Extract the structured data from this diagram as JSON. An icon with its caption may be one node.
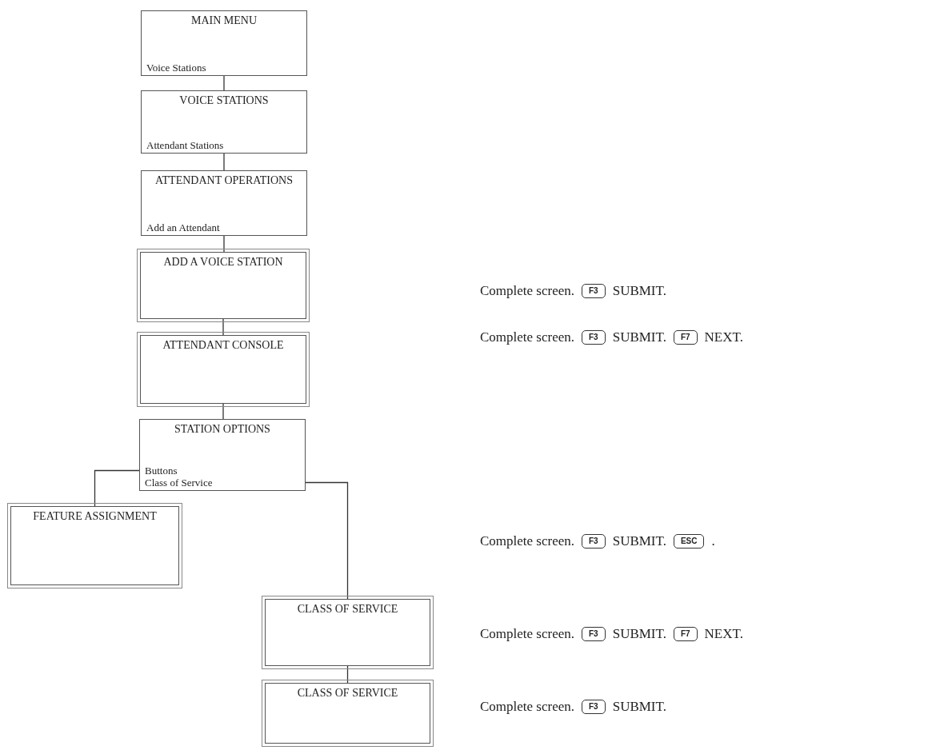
{
  "diagram": {
    "nodes": [
      {
        "text": [
          "MAIN MENU",
          "Voice Stations"
        ]
      },
      {
        "text": [
          "VOICE STATIONS",
          "Attendant Stations"
        ]
      },
      {
        "text": [
          "ATTENDANT OPERATIONS",
          "Add an Attendant"
        ]
      },
      {
        "text": [
          "ADD A VOICE STATION"
        ],
        "beside": [
          "Complete screen.",
          "F3",
          "SUBMIT."
        ]
      },
      {
        "text": [
          "ATTENDANT CONSOLE"
        ],
        "beside": [
          "Complete screen.",
          "F3",
          "SUBMIT.",
          "F7",
          "NEXT."
        ]
      },
      {
        "text": [
          "STATION OPTIONS",
          "Buttons",
          "Class of Service"
        ]
      },
      {
        "text": [
          "FEATURE ASSIGNMENT"
        ],
        "beside": [
          "Complete screen.",
          "F3",
          "SUBMIT.",
          "ESC",
          "."
        ]
      },
      {
        "text": [
          "CLASS OF SERVICE"
        ],
        "beside": [
          "Complete screen.",
          "F3",
          "SUBMIT.",
          "F7",
          "NEXT."
        ]
      },
      {
        "text": [
          "CLASS OF SERVICE"
        ],
        "beside": [
          "Complete screen.",
          "F3",
          "SUBMIT."
        ]
      }
    ],
    "edges": [
      {
        "from": 0,
        "to": 1,
        "arrow": "none"
      },
      {
        "from": 1,
        "to": 2,
        "arrow": "none"
      },
      {
        "from": 2,
        "to": 3,
        "arrow": "none"
      },
      {
        "from": 3,
        "to": 4,
        "arrow": "none"
      },
      {
        "from": 4,
        "to": 5,
        "arrow": "none"
      },
      {
        "from": 5,
        "to": 6,
        "arrow": "none"
      },
      {
        "from": 5,
        "to": 7,
        "arrow": "none"
      },
      {
        "from": 7,
        "to": 8,
        "arrow": "none"
      }
    ]
  }
}
